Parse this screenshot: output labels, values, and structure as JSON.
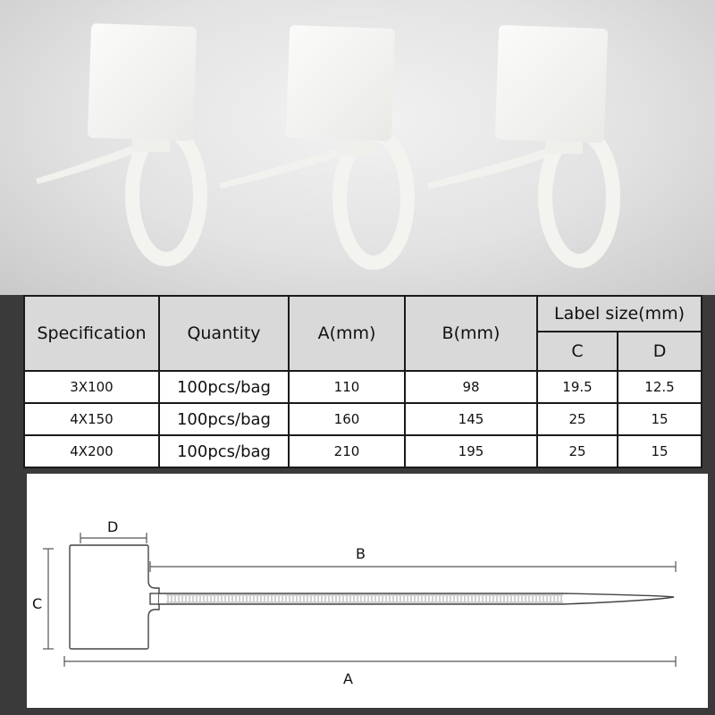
{
  "table": {
    "headers": {
      "specification": "Specification",
      "quantity": "Quantity",
      "a": "A(mm)",
      "b": "B(mm)",
      "label_size": "Label size(mm)",
      "c": "C",
      "d": "D"
    },
    "rows": [
      {
        "spec": "3X100",
        "qty": "100pcs/bag",
        "a": "110",
        "b": "98",
        "c": "19.5",
        "d": "12.5"
      },
      {
        "spec": "4X150",
        "qty": "100pcs/bag",
        "a": "160",
        "b": "145",
        "c": "25",
        "d": "15"
      },
      {
        "spec": "4X200",
        "qty": "100pcs/bag",
        "a": "210",
        "b": "195",
        "c": "25",
        "d": "15"
      }
    ]
  },
  "diagram": {
    "label_a": "A",
    "label_b": "B",
    "label_c": "C",
    "label_d": "D"
  },
  "colors": {
    "background": "#3a3a3a",
    "header_fill": "#d9d9d9",
    "product": "#f7f7f5"
  }
}
